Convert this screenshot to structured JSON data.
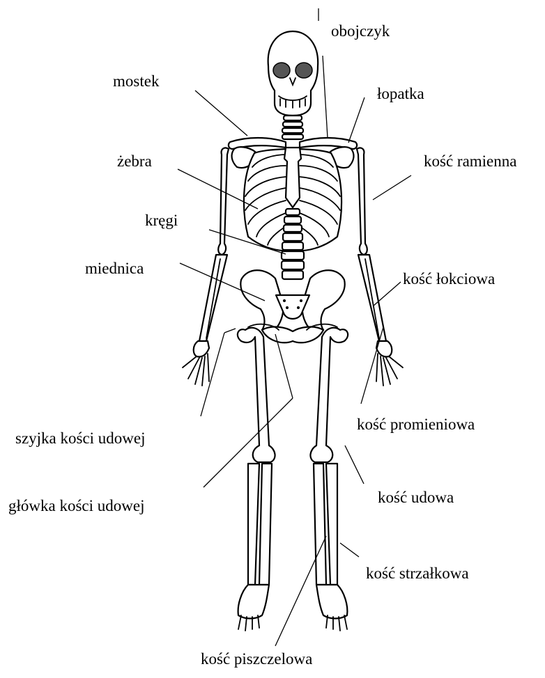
{
  "labels": {
    "obojczyk": "obojczyk",
    "mostek": "mostek",
    "lopatka": "łopatka",
    "zebra": "żebra",
    "kosc_ramienna": "kość ramienna",
    "kregi": "kręgi",
    "miednica": "miednica",
    "kosc_lokciowa": "kość łokciowa",
    "szyjka_kosci_udowej": "szyjka kości udowej",
    "kosc_promieniowa": "kość promieniowa",
    "glowka_kosci_udowej": "główka kości udowej",
    "kosc_udowa": "kość udowa",
    "kosc_strzalkowa": "kość strzałkowa",
    "kosc_piszczelowa": "kość piszczelowa"
  },
  "colors": {
    "line": "#000000",
    "eye_socket": "#555555",
    "background": "#ffffff"
  }
}
